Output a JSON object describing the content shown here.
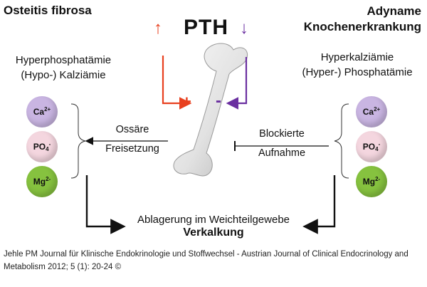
{
  "title_left": "Osteitis fibrosa",
  "title_right_line1": "Adyname",
  "title_right_line2": "Knochenerkrankung",
  "hormone": "PTH",
  "arrow_up": "↑",
  "arrow_down": "↓",
  "plus_sign": "+",
  "minus_sign": "-",
  "left_condition": {
    "line1": "Hyperphosphatämie",
    "line2": "(Hypo-) Kalziämie"
  },
  "right_condition": {
    "line1": "Hyperkalziämie",
    "line2": "(Hyper-) Phosphatämie"
  },
  "left_process": {
    "line1": "Ossäre",
    "line2": "Freisetzung"
  },
  "right_process": {
    "line1": "Blockierte",
    "line2": "Aufnahme"
  },
  "ions": [
    {
      "symbol": "Ca",
      "charge": "2+",
      "sub": ""
    },
    {
      "symbol": "PO",
      "charge": "-",
      "sub": "4"
    },
    {
      "symbol": "Mg",
      "charge": "2-",
      "sub": ""
    }
  ],
  "bottom_line1": "Ablagerung im Weichteilgewebe",
  "bottom_line2": "Verkalkung",
  "citation": "Jehle PM Journal für Klinische Endokrinologie und Stoffwechsel - Austrian Journal of Clinical Endocrinology and Metabolism 2012; 5 (1): 20-24 ©",
  "colors": {
    "increase": "#e8401f",
    "decrease": "#6a2fa0",
    "ca_ion": "#c9b5e2",
    "po4_ion": "#f4d6df",
    "mg_ion": "#86c23f",
    "bone": "#e6e6e6"
  }
}
